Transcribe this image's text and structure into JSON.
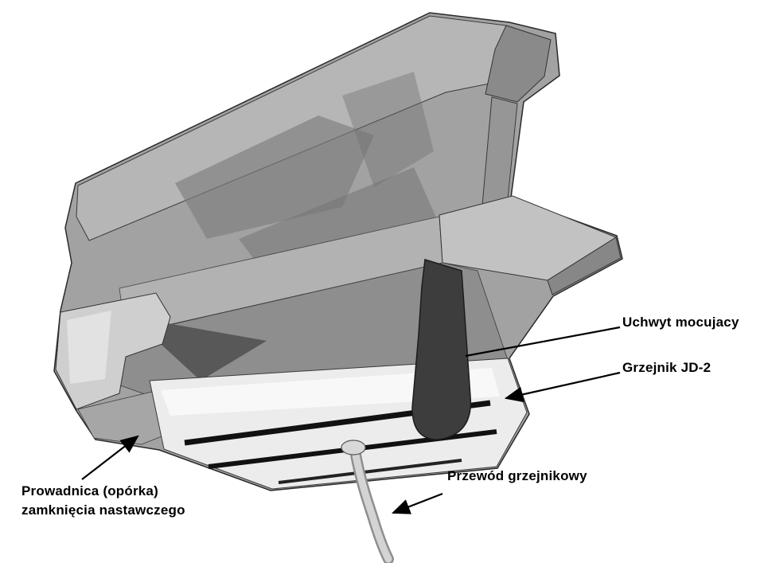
{
  "diagram": {
    "description": "rail switch heater assembly photo-diagram",
    "labels": {
      "uchwyt_mocujacy": "Uchwyt mocujacy",
      "grzejnik": "Grzejnik JD-2",
      "przewod": "Przewód grzejnikowy",
      "prowadnica_line1": "Prowadnica (opórka)",
      "prowadnica_line2": "zamknięcia nastawczego"
    },
    "colors": {
      "background": "#ffffff",
      "label_text": "#000000",
      "leader_line": "#000000",
      "metal_base": "#a2a2a2",
      "heater_body": "#ececec",
      "strap_dark": "#3d3d3d"
    }
  }
}
